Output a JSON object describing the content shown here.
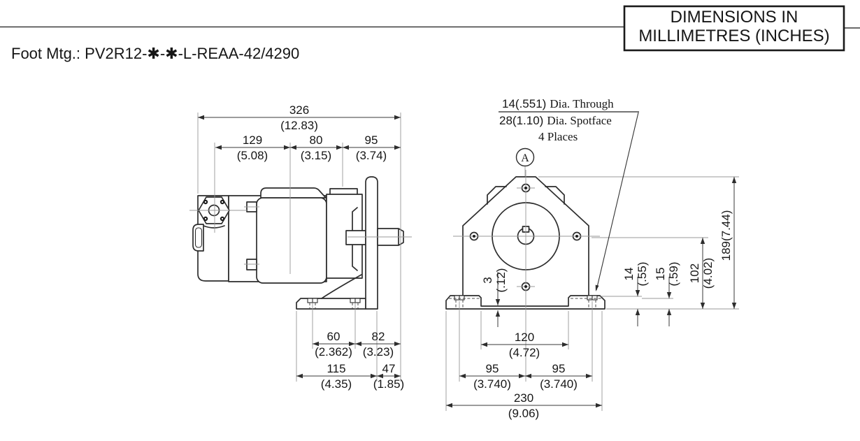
{
  "header": {
    "box_line1": "DIMENSIONS IN",
    "box_line2": "MILLIMETRES (INCHES)",
    "title": "Foot Mtg.: PV2R12-✱-✱-L-REAA-42/4290"
  },
  "spotface_note": {
    "line1_num": "14(.551)",
    "line1_text": "Dia. Through",
    "line2_num": "28(1.10)",
    "line2_text": "Dia. Spotface",
    "line3": "4 Places"
  },
  "view_label": "A",
  "side_view": {
    "dims": {
      "overall_length": {
        "mm": "326",
        "in": "(12.83)"
      },
      "rear_section": {
        "mm": "129",
        "in": "(5.08)"
      },
      "mid_section": {
        "mm": "80",
        "in": "(3.15)"
      },
      "front_section": {
        "mm": "95",
        "in": "(3.74)"
      },
      "slot_span": {
        "mm": "60",
        "in": "(2.362)"
      },
      "slot_to_shaft_end": {
        "mm": "82",
        "in": "(3.23)"
      },
      "foot_length": {
        "mm": "115",
        "in": "(4.35)"
      },
      "plate_to_shaft_end": {
        "mm": "47",
        "in": "(1.85)"
      }
    }
  },
  "front_view": {
    "dims": {
      "pad_inner_span": {
        "mm": "120",
        "in": "(4.72)"
      },
      "slot_left": {
        "mm": "95",
        "in": "(3.740)"
      },
      "slot_right": {
        "mm": "95",
        "in": "(3.740)"
      },
      "base_width": {
        "mm": "230",
        "in": "(9.06)"
      },
      "overall_height": {
        "mm_in": "189(7.44)"
      },
      "shaft_height": {
        "mm": "102",
        "in": "(4.02)"
      },
      "pad_step_a": {
        "mm": "14",
        "in": "(.55)"
      },
      "pad_step_b": {
        "mm": "15",
        "in": "(.59)"
      },
      "pad_relief": {
        "mm": "3",
        "in": "(.12)"
      }
    }
  }
}
